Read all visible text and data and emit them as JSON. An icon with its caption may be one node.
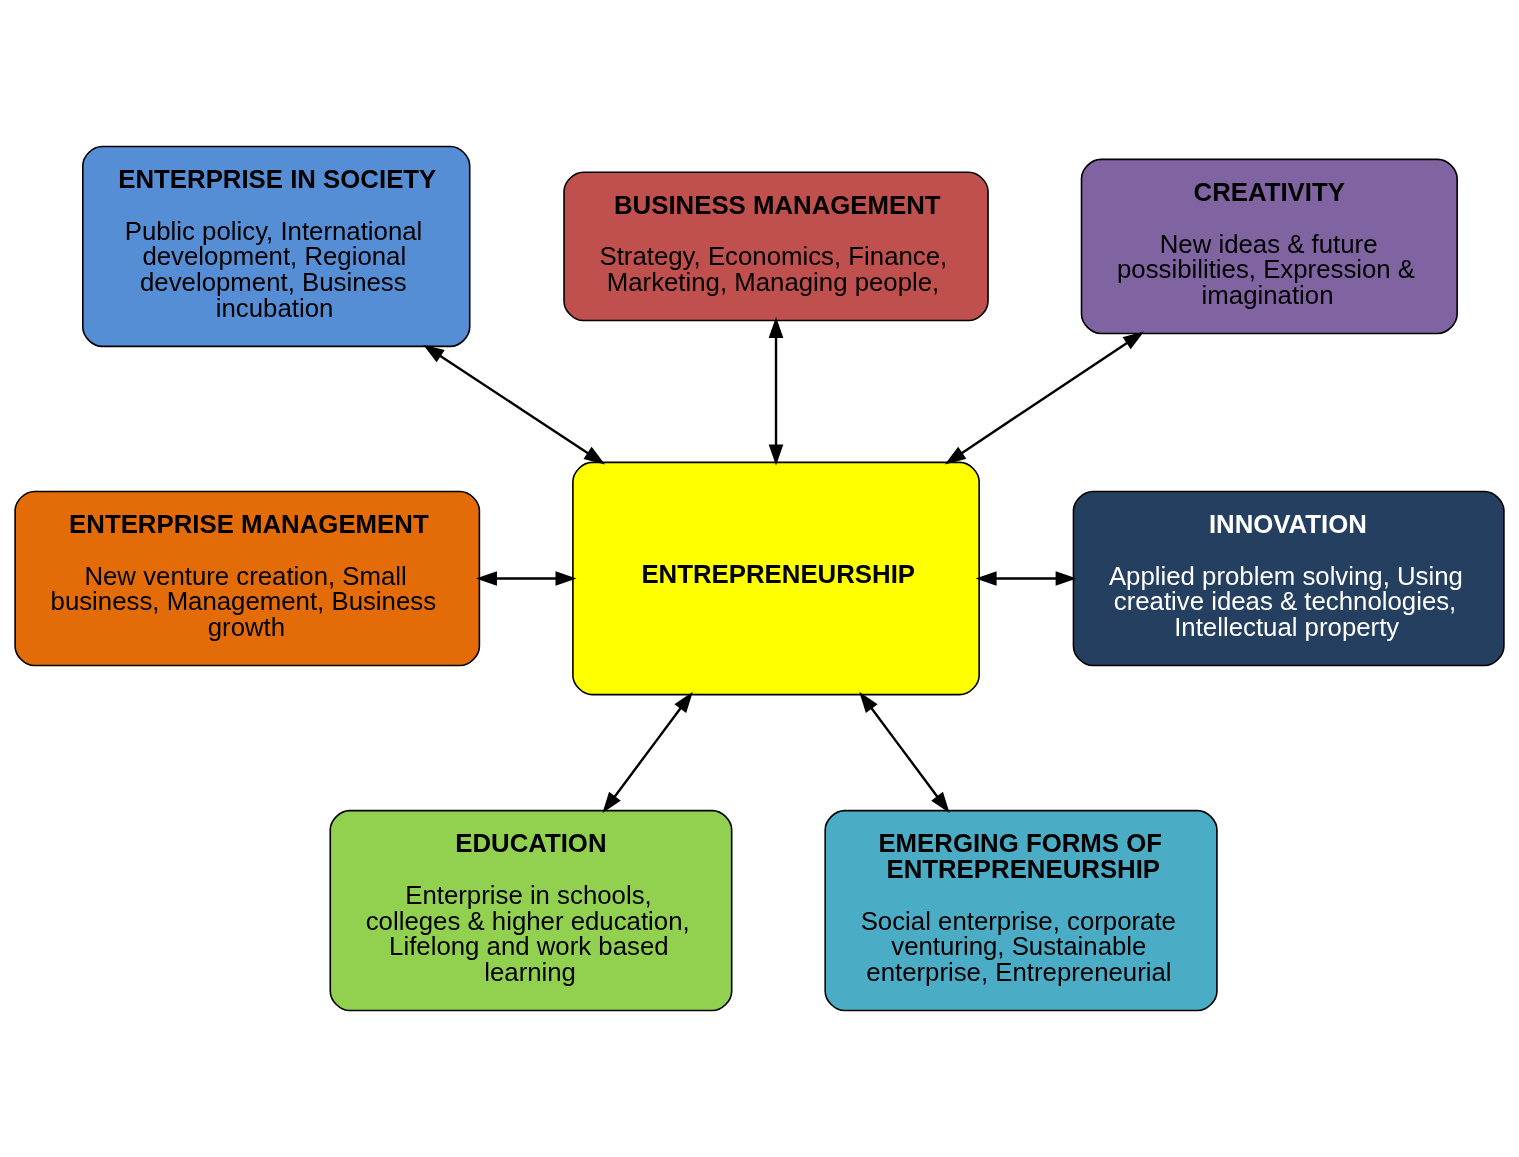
{
  "diagram": {
    "nodes": [
      {
        "text": [
          "ENTERPRISE IN SOCIETY",
          "Public policy, International development, Regional development, Business incubation"
        ]
      },
      {
        "text": [
          "BUSINESS MANAGEMENT",
          "Strategy, Economics, Finance, Marketing, Managing people,"
        ]
      },
      {
        "text": [
          "CREATIVITY",
          "New ideas & future possibilities, Expression & imagination"
        ]
      },
      {
        "text": [
          "ENTERPRISE MANAGEMENT",
          "New venture creation, Small business, Management, Business growth"
        ]
      },
      {
        "text": [
          "ENTREPRENEURSHIP"
        ]
      },
      {
        "text": [
          "INNOVATION",
          "Applied problem solving, Using creative ideas & technologies, Intellectual property"
        ]
      },
      {
        "text": [
          "EDUCATION",
          "Enterprise in schools, colleges & higher education, Lifelong and work based learning"
        ]
      },
      {
        "text": [
          "EMERGING FORMS OF ENTREPRENEURSHIP",
          "Social enterprise, corporate venturing, Sustainable enterprise, Entrepreneurial"
        ]
      }
    ],
    "edges": [
      {
        "from": 0,
        "to": 4,
        "arrow": "both"
      },
      {
        "from": 1,
        "to": 4,
        "arrow": "both"
      },
      {
        "from": 2,
        "to": 4,
        "arrow": "both"
      },
      {
        "from": 3,
        "to": 4,
        "arrow": "both"
      },
      {
        "from": 4,
        "to": 5,
        "arrow": "both"
      },
      {
        "from": 4,
        "to": 6,
        "arrow": "both"
      },
      {
        "from": 4,
        "to": 7,
        "arrow": "both"
      }
    ]
  }
}
